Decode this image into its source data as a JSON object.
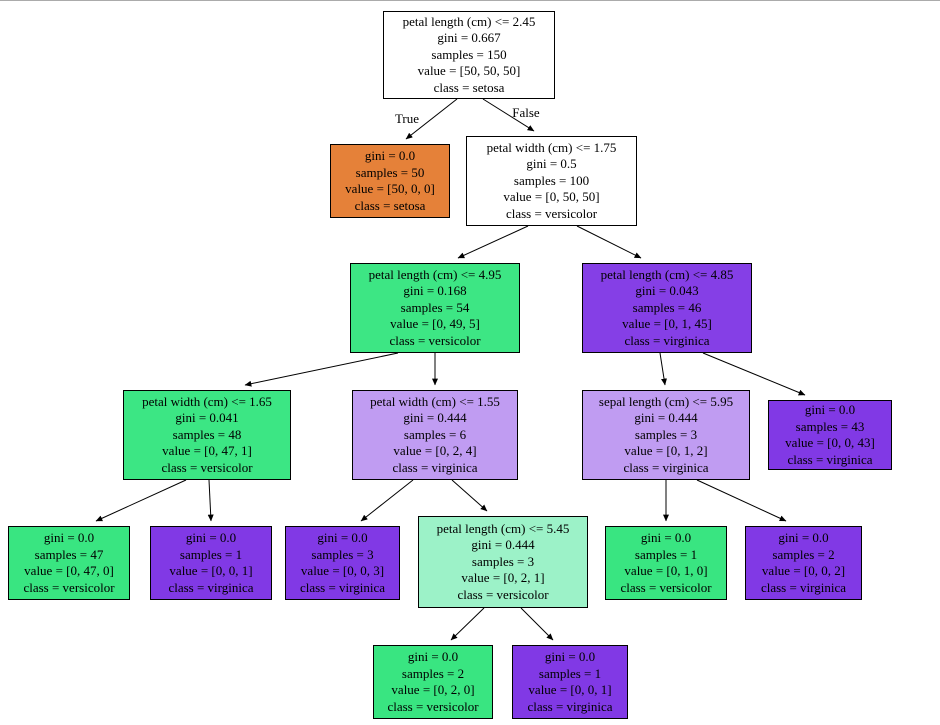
{
  "edge_labels": {
    "true_label": "True",
    "false_label": "False"
  },
  "colors": {
    "setosa": "#e58139",
    "versicolor": "#39e581",
    "virginica": "#8139e5",
    "node_border": "#000000",
    "edge": "#000000"
  },
  "nodes": [
    {
      "fill": "#ffffff",
      "lines": [
        "petal length (cm) <= 2.45",
        "gini = 0.667",
        "samples = 150",
        "value = [50, 50, 50]",
        "class = setosa"
      ]
    },
    {
      "fill": "#e58139",
      "lines": [
        "gini = 0.0",
        "samples = 50",
        "value = [50, 0, 0]",
        "class = setosa"
      ]
    },
    {
      "fill": "#ffffff",
      "lines": [
        "petal width (cm) <= 1.75",
        "gini = 0.5",
        "samples = 100",
        "value = [0, 50, 50]",
        "class = versicolor"
      ]
    },
    {
      "fill": "#3de684",
      "lines": [
        "petal length (cm) <= 4.95",
        "gini = 0.168",
        "samples = 54",
        "value = [0, 49, 5]",
        "class = versicolor"
      ]
    },
    {
      "fill": "#853fe6",
      "lines": [
        "petal length (cm) <= 4.85",
        "gini = 0.043",
        "samples = 46",
        "value = [0, 1, 45]",
        "class = virginica"
      ]
    },
    {
      "fill": "#3ce684",
      "lines": [
        "petal width (cm) <= 1.65",
        "gini = 0.041",
        "samples = 48",
        "value = [0, 47, 1]",
        "class = versicolor"
      ]
    },
    {
      "fill": "#c09cf2",
      "lines": [
        "petal width (cm) <= 1.55",
        "gini = 0.444",
        "samples = 6",
        "value = [0, 2, 4]",
        "class = virginica"
      ]
    },
    {
      "fill": "#c09cf2",
      "lines": [
        "sepal length (cm) <= 5.95",
        "gini = 0.444",
        "samples = 3",
        "value = [0, 1, 2]",
        "class = virginica"
      ]
    },
    {
      "fill": "#8139e5",
      "lines": [
        "gini = 0.0",
        "samples = 43",
        "value = [0, 0, 43]",
        "class = virginica"
      ]
    },
    {
      "fill": "#39e581",
      "lines": [
        "gini = 0.0",
        "samples = 47",
        "value = [0, 47, 0]",
        "class = versicolor"
      ]
    },
    {
      "fill": "#8139e5",
      "lines": [
        "gini = 0.0",
        "samples = 1",
        "value = [0, 0, 1]",
        "class = virginica"
      ]
    },
    {
      "fill": "#8139e5",
      "lines": [
        "gini = 0.0",
        "samples = 3",
        "value = [0, 0, 3]",
        "class = virginica"
      ]
    },
    {
      "fill": "#9cf2c8",
      "lines": [
        "petal length (cm) <= 5.45",
        "gini = 0.444",
        "samples = 3",
        "value = [0, 2, 1]",
        "class = versicolor"
      ]
    },
    {
      "fill": "#39e581",
      "lines": [
        "gini = 0.0",
        "samples = 1",
        "value = [0, 1, 0]",
        "class = versicolor"
      ]
    },
    {
      "fill": "#8139e5",
      "lines": [
        "gini = 0.0",
        "samples = 2",
        "value = [0, 0, 2]",
        "class = virginica"
      ]
    },
    {
      "fill": "#39e581",
      "lines": [
        "gini = 0.0",
        "samples = 2",
        "value = [0, 2, 0]",
        "class = versicolor"
      ]
    },
    {
      "fill": "#8139e5",
      "lines": [
        "gini = 0.0",
        "samples = 1",
        "value = [0, 0, 1]",
        "class = virginica"
      ]
    }
  ]
}
